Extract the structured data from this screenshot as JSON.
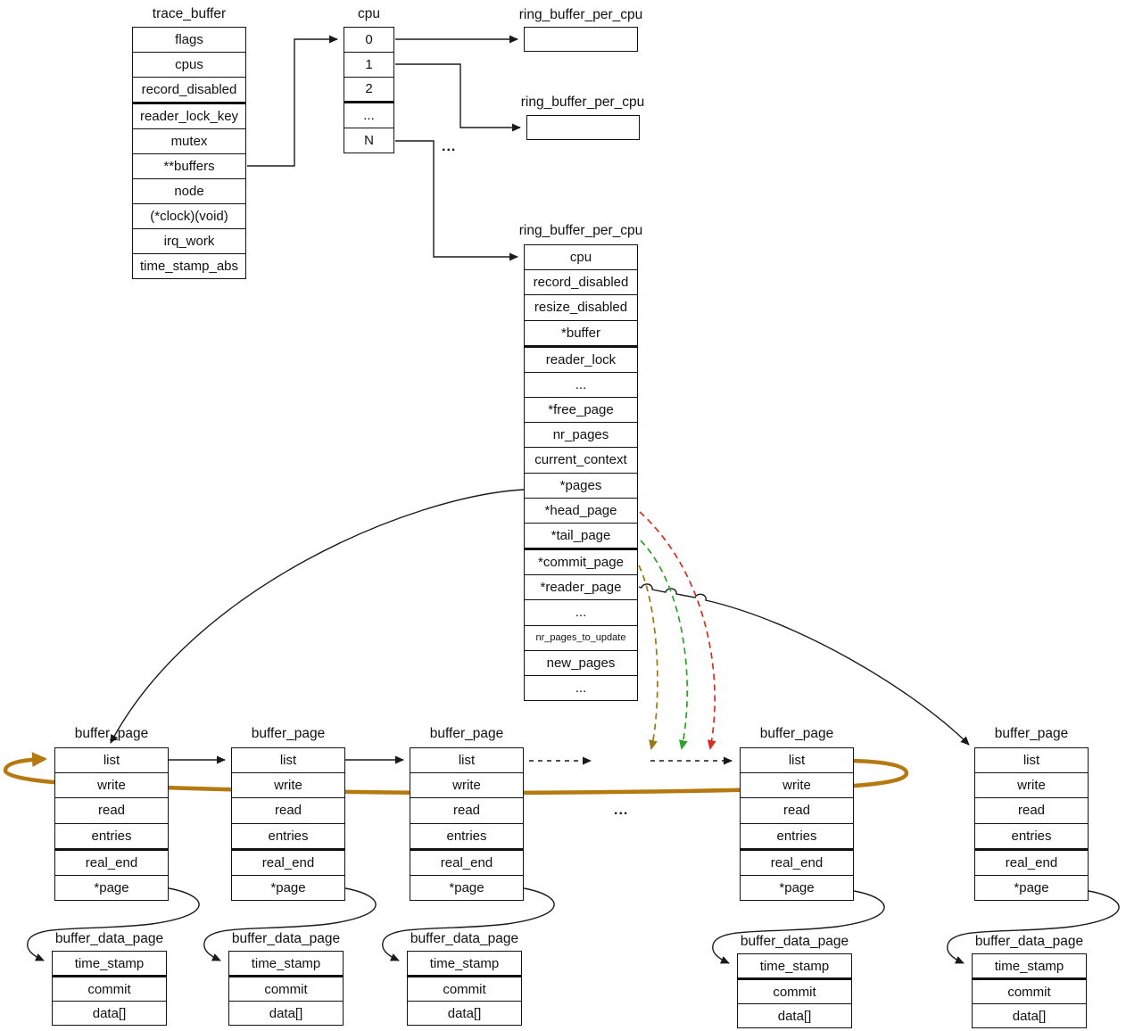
{
  "diagram": {
    "dots_top": "...",
    "dots_bottom": "..."
  },
  "colors": {
    "line": "#1a1a1a",
    "head-link": "#d92b20",
    "tail-link": "#2ea22e",
    "commit-link": "#9a7714",
    "list-loop": "#b5790f"
  },
  "structs": {
    "trace_buffer": {
      "title": "trace_buffer",
      "rows": [
        "flags",
        "cpus",
        "record_disabled",
        "reader_lock_key",
        "mutex",
        "**buffers",
        "node",
        "(*clock)(void)",
        "irq_work",
        "time_stamp_abs"
      ],
      "thick_after": [
        2
      ]
    },
    "cpu_array": {
      "title": "cpu",
      "rows": [
        "0",
        "1",
        "2",
        "...",
        "N"
      ],
      "thick_after": [
        2
      ]
    },
    "ring_buffer_per_cpu_0": {
      "title": "ring_buffer_per_cpu",
      "rows": []
    },
    "ring_buffer_per_cpu_1": {
      "title": "ring_buffer_per_cpu",
      "rows": []
    },
    "ring_buffer_per_cpu_n": {
      "title": "ring_buffer_per_cpu",
      "rows": [
        "cpu",
        "record_disabled",
        "resize_disabled",
        "*buffer",
        "reader_lock",
        "...",
        "*free_page",
        "nr_pages",
        "current_context",
        "*pages",
        "*head_page",
        "*tail_page",
        "*commit_page",
        "*reader_page",
        "...",
        "nr_pages_to_update",
        "new_pages",
        "..."
      ],
      "thick_after": [
        3,
        11
      ],
      "small": [
        15
      ]
    },
    "buffer_page": {
      "title": "buffer_page",
      "rows": [
        "list",
        "write",
        "read",
        "entries",
        "real_end",
        "*page"
      ],
      "thick_after": [
        3
      ]
    },
    "buffer_data_page": {
      "title": "buffer_data_page",
      "rows": [
        "time_stamp",
        "commit",
        "data[]"
      ],
      "thick_after": [
        0
      ]
    }
  }
}
